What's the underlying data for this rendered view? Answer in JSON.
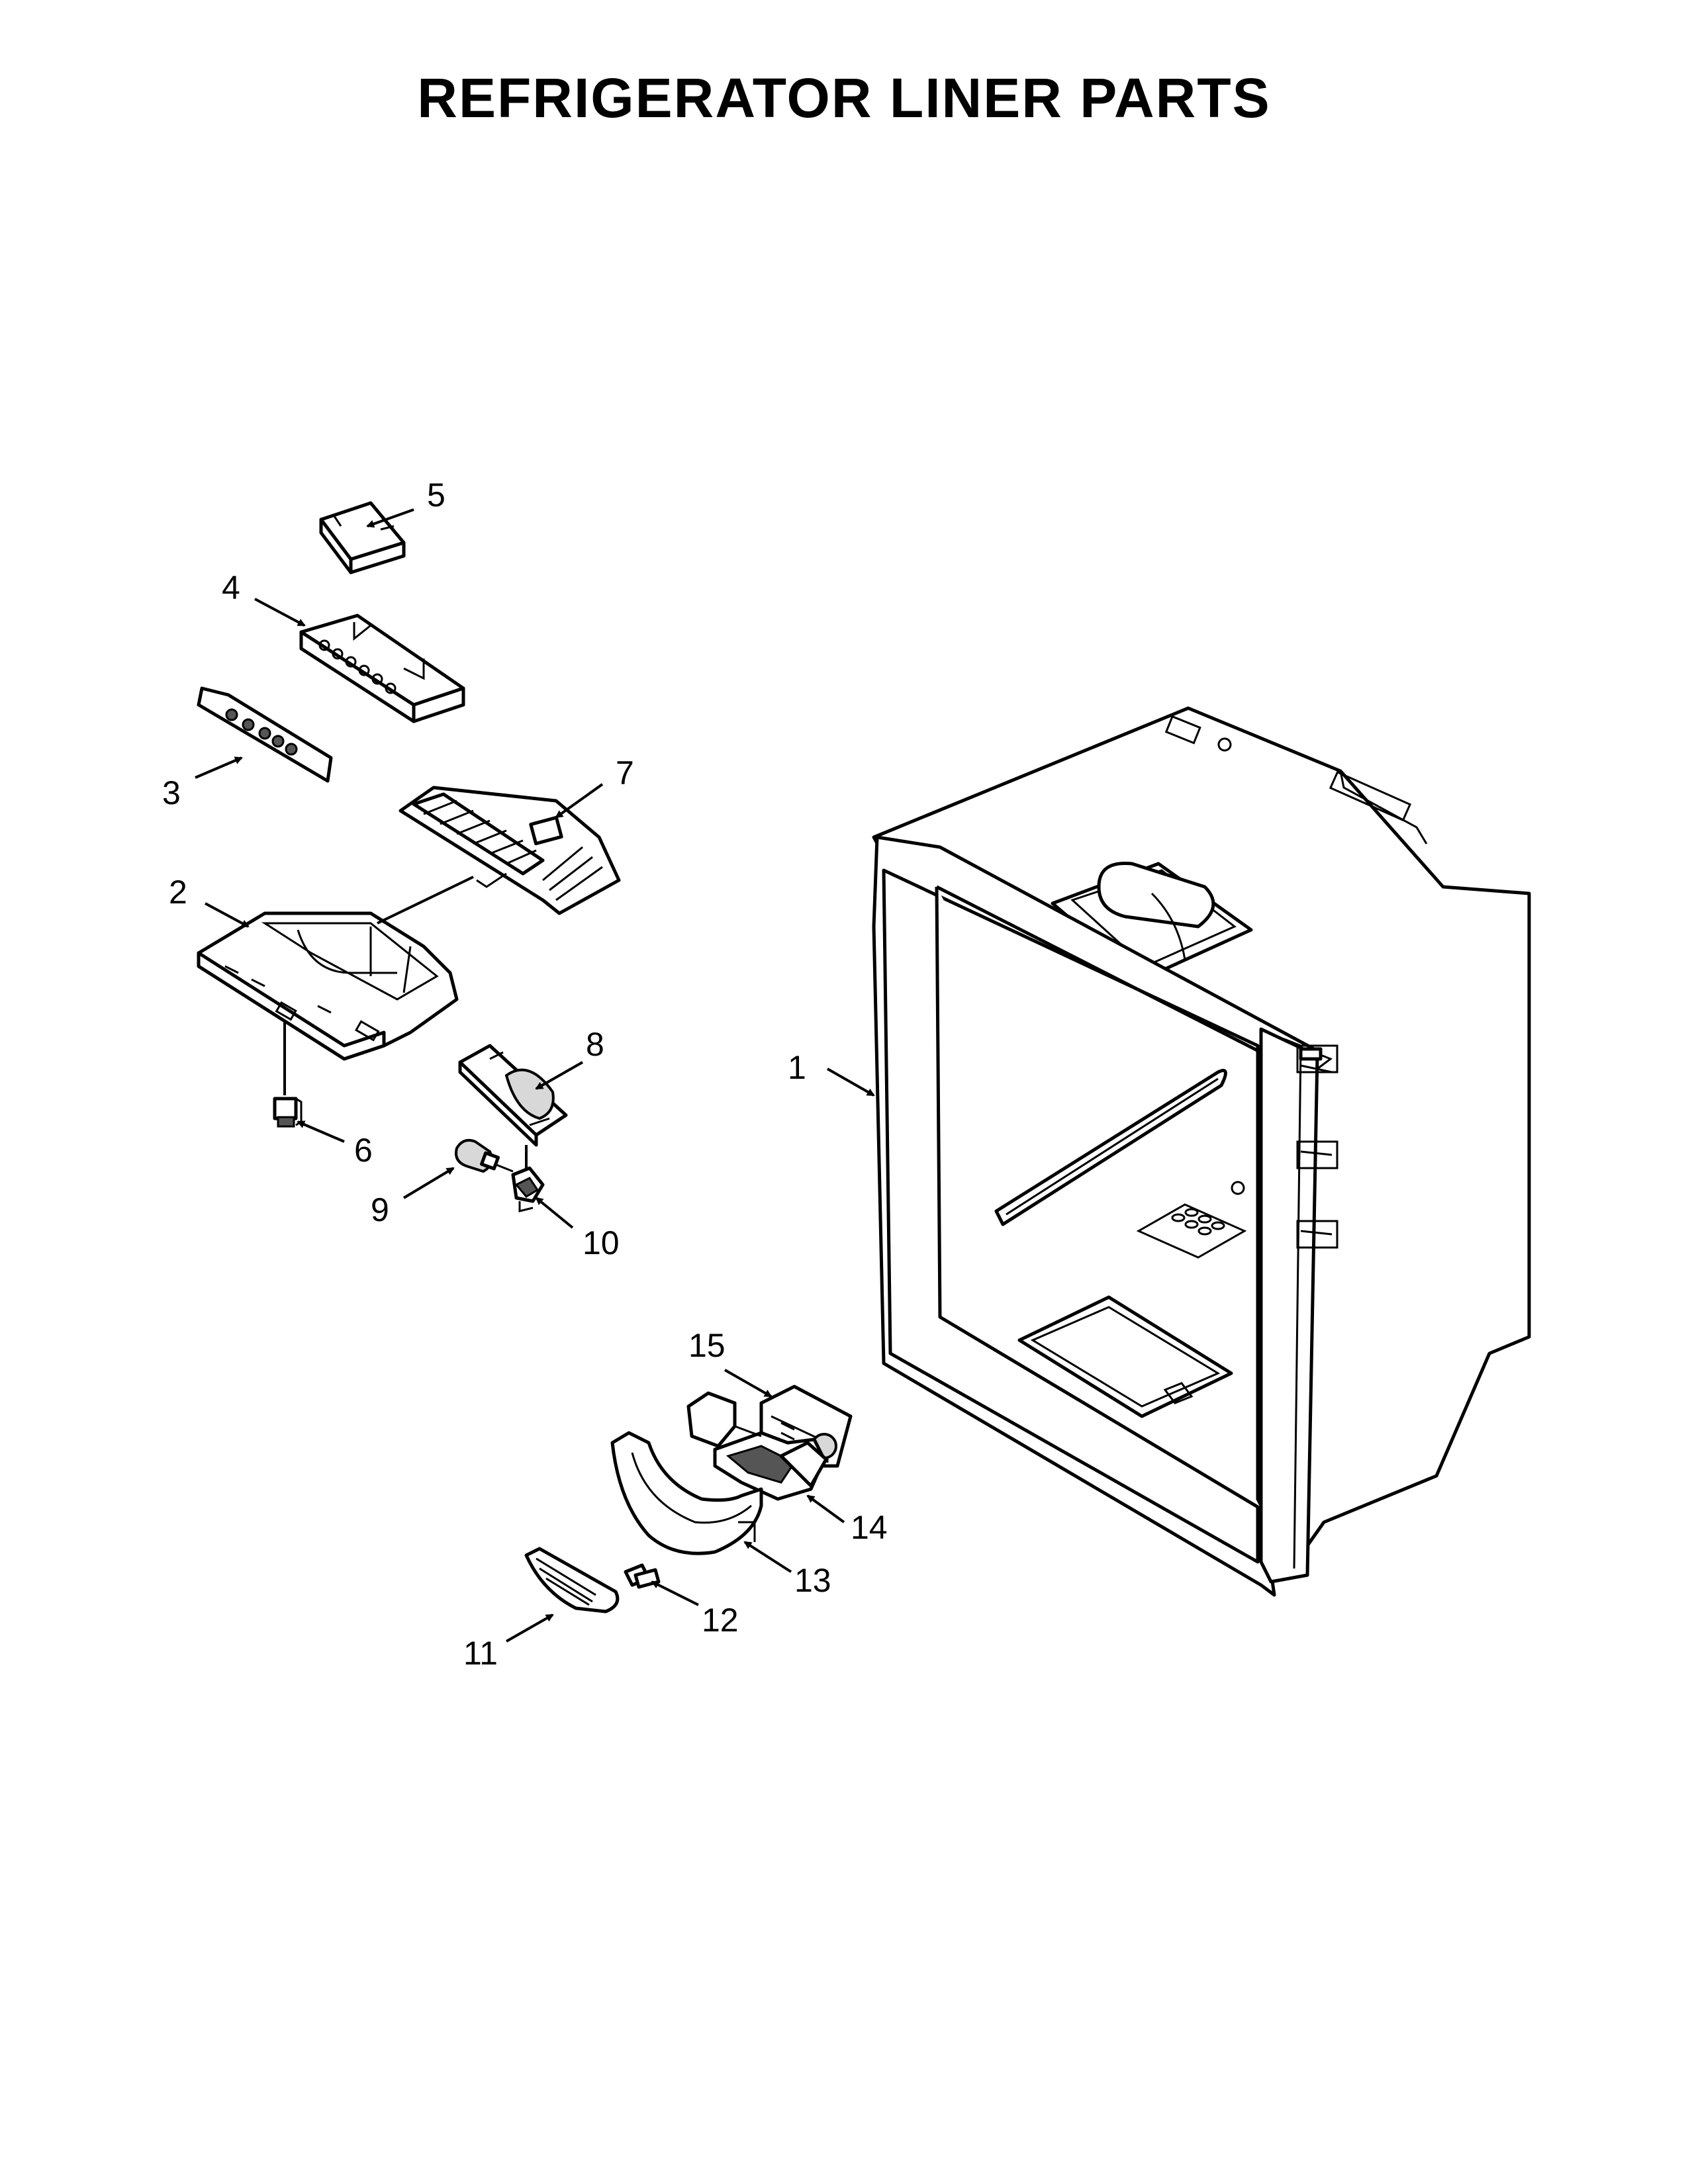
{
  "title": "REFRIGERATOR LINER PARTS",
  "callouts": [
    {
      "id": "1",
      "label": "1"
    },
    {
      "id": "2",
      "label": "2"
    },
    {
      "id": "3",
      "label": "3"
    },
    {
      "id": "4",
      "label": "4"
    },
    {
      "id": "5",
      "label": "5"
    },
    {
      "id": "6",
      "label": "6"
    },
    {
      "id": "7",
      "label": "7"
    },
    {
      "id": "8",
      "label": "8"
    },
    {
      "id": "9",
      "label": "9"
    },
    {
      "id": "10",
      "label": "10"
    },
    {
      "id": "11",
      "label": "11"
    },
    {
      "id": "12",
      "label": "12"
    },
    {
      "id": "13",
      "label": "13"
    },
    {
      "id": "14",
      "label": "14"
    },
    {
      "id": "15",
      "label": "15"
    }
  ]
}
